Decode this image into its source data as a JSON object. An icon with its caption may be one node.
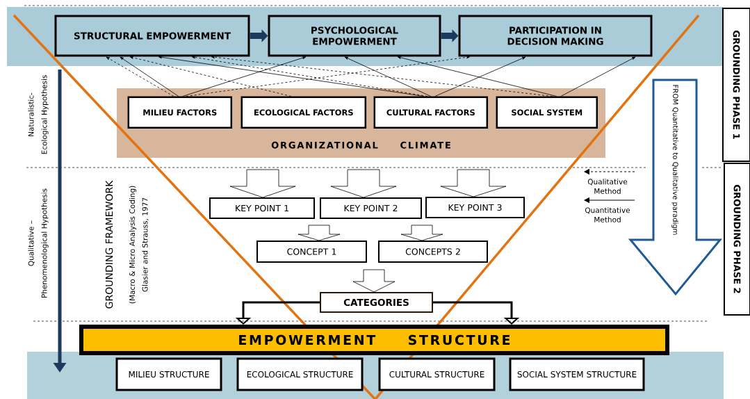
{
  "diagram": {
    "nodes": [
      {
        "text": [
          "STRUCTURAL EMPOWERMENT"
        ]
      },
      {
        "text": [
          "PSYCHOLOGICAL EMPOWERMENT"
        ]
      },
      {
        "text": [
          "PARTICIPATION IN DECISION MAKING"
        ]
      },
      {
        "text": [
          "ORGANIZATIONAL CLIMATE"
        ]
      },
      {
        "text": [
          "MILIEU FACTORS"
        ],
        "in": 3
      },
      {
        "text": [
          "ECOLOGICAL FACTORS"
        ],
        "in": 3
      },
      {
        "text": [
          "CULTURAL FACTORS"
        ],
        "in": 3
      },
      {
        "text": [
          "SOCIAL SYSTEM"
        ],
        "in": 3
      },
      {
        "text": [
          "KEY POINT 1"
        ]
      },
      {
        "text": [
          "KEY POINT 2"
        ]
      },
      {
        "text": [
          "KEY POINT 3"
        ]
      },
      {
        "text": [
          "CONCEPT 1"
        ]
      },
      {
        "text": [
          "CONCEPTS 2"
        ]
      },
      {
        "text": [
          "CATEGORIES"
        ]
      },
      {
        "text": [
          "EMPOWERMENT STRUCTURE"
        ]
      },
      {
        "text": [
          "MILIEU STRUCTURE"
        ]
      },
      {
        "text": [
          "ECOLOGICAL STRUCTURE"
        ]
      },
      {
        "text": [
          "CULTURAL STRUCTURE"
        ]
      },
      {
        "text": [
          "SOCIAL SYSTEM STRUCTURE"
        ]
      },
      {
        "text": [
          "GROUNDING PHASE 1"
        ]
      },
      {
        "text": [
          "GROUNDING PHASE 2"
        ]
      },
      {
        "text": [
          "FROM Quantitative to Qualitative paradigm"
        ]
      }
    ],
    "edges": [
      {
        "from": 0,
        "to": 1,
        "arrow": "to",
        "style": "thick",
        "color": "#1c3a5e"
      },
      {
        "from": 1,
        "to": 2,
        "arrow": "to",
        "style": "thick",
        "color": "#1c3a5e"
      },
      {
        "from": 4,
        "to": 0,
        "arrow": "to",
        "style": "dashed"
      },
      {
        "from": 4,
        "to": 0,
        "arrow": "to"
      },
      {
        "from": 4,
        "to": 1,
        "arrow": "to"
      },
      {
        "from": 4,
        "to": 2,
        "arrow": "to",
        "style": "dashed"
      },
      {
        "from": 5,
        "to": 0,
        "arrow": "to",
        "style": "dashed"
      },
      {
        "from": 6,
        "to": 0,
        "arrow": "to"
      },
      {
        "from": 6,
        "to": 0,
        "arrow": "to",
        "style": "dashed"
      },
      {
        "from": 6,
        "to": 1,
        "arrow": "to"
      },
      {
        "from": 6,
        "to": 2,
        "arrow": "to"
      },
      {
        "from": 7,
        "to": 0,
        "arrow": "to",
        "style": "dashed"
      },
      {
        "from": 7,
        "to": 1,
        "arrow": "to"
      },
      {
        "from": 7,
        "to": 2,
        "arrow": "to"
      },
      {
        "from": null,
        "to": 8,
        "arrow": "to"
      },
      {
        "from": null,
        "to": 9,
        "arrow": "to"
      },
      {
        "from": null,
        "to": 10,
        "arrow": "to"
      },
      {
        "from": 8,
        "to": 11,
        "arrow": "to"
      },
      {
        "from": 9,
        "to": 12,
        "arrow": "to"
      },
      {
        "from": 11,
        "to": 13,
        "arrow": "to"
      },
      {
        "from": 13,
        "to": 14,
        "arrow": "to",
        "style": "thick"
      },
      {
        "from": 13,
        "to": 14,
        "arrow": "to",
        "style": "thick"
      }
    ],
    "labels": [
      "Naturalistic-Ecological Hypothesis",
      "Qualitative – Phenomenological Hypothesis",
      "GROUNDING FRAMEWORK",
      "(Macro & Micro Analysis Coding)",
      "Glasier and Strauss, 1977"
    ],
    "legend": [
      {
        "text": "Qualitative Method"
      },
      {
        "text": "Quantitative Method"
      }
    ]
  }
}
